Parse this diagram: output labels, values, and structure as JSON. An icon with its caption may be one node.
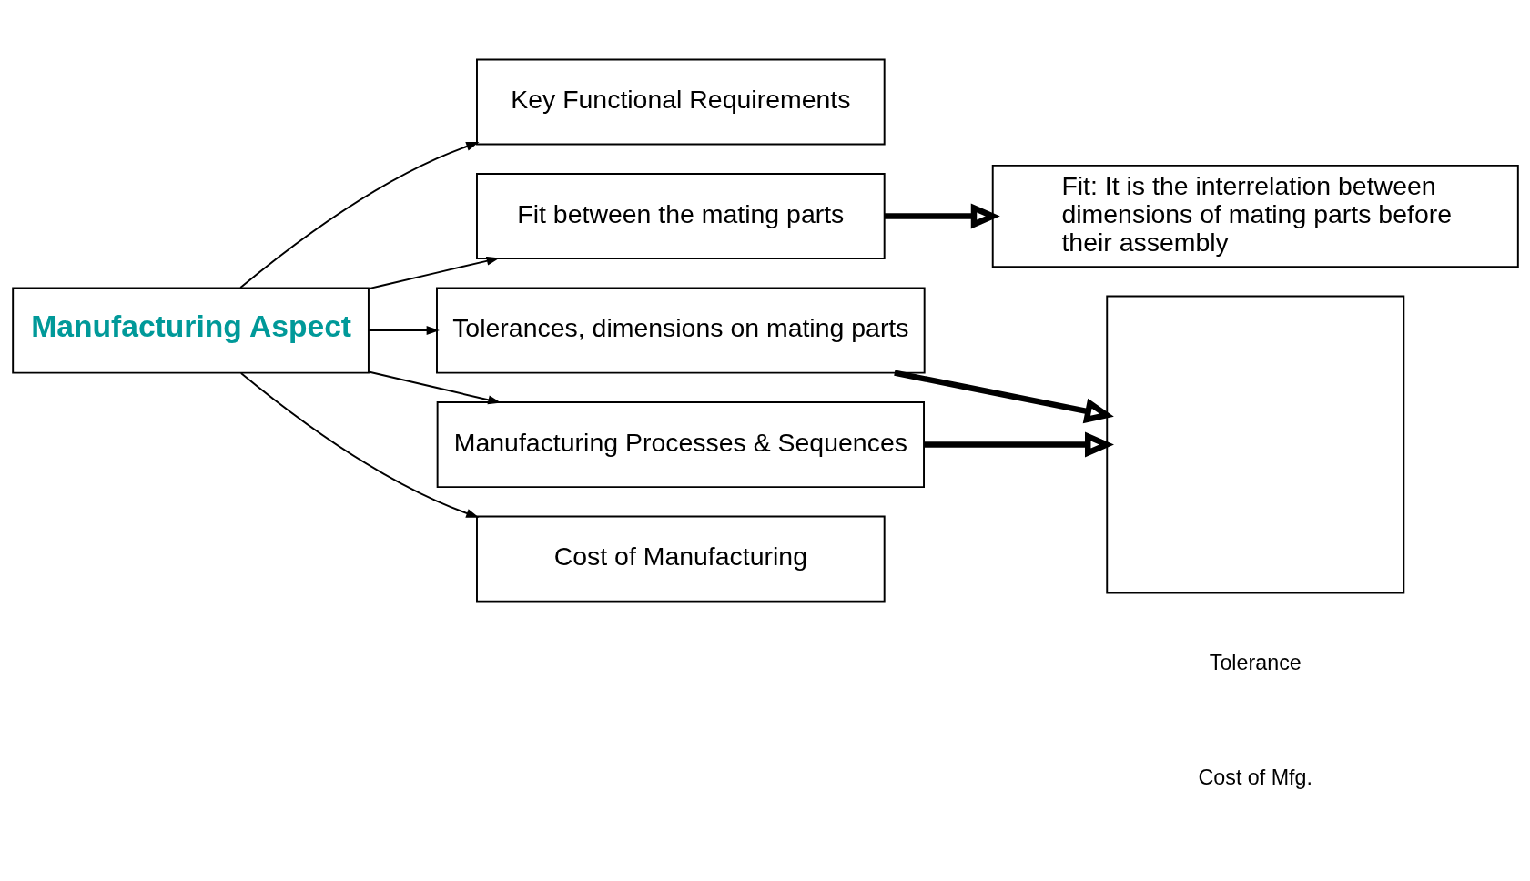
{
  "diagram": {
    "nodes": [
      {
        "text": [
          "Manufacturing Aspect"
        ]
      },
      {
        "text": [
          "Key Functional Requirements"
        ]
      },
      {
        "text": [
          "Fit between the mating parts"
        ]
      },
      {
        "text": [
          "Tolerances, dimensions on mating parts"
        ]
      },
      {
        "text": [
          "Manufacturing Processes & Sequences"
        ]
      },
      {
        "text": [
          "Cost of Manufacturing"
        ]
      },
      {
        "text": [
          "Fit: It is the interrelation between dimensions of mating parts before their assembly"
        ]
      },
      {
        "text": [],
        "shape": "box"
      }
    ],
    "edges": [
      {
        "from": 0,
        "to": 1,
        "arrow": "to"
      },
      {
        "from": 0,
        "to": 2,
        "arrow": "to"
      },
      {
        "from": 0,
        "to": 3,
        "arrow": "to"
      },
      {
        "from": 0,
        "to": 4,
        "arrow": "to"
      },
      {
        "from": 0,
        "to": 5,
        "arrow": "to"
      },
      {
        "from": 2,
        "to": 6,
        "arrow": "to",
        "style": "thick"
      },
      {
        "from": 3,
        "to": 7,
        "arrow": "to",
        "style": "thick"
      },
      {
        "from": 4,
        "to": 7,
        "arrow": "to",
        "style": "thick"
      }
    ],
    "labels": [
      "Cost of Mfg.",
      "Tolerance"
    ]
  }
}
